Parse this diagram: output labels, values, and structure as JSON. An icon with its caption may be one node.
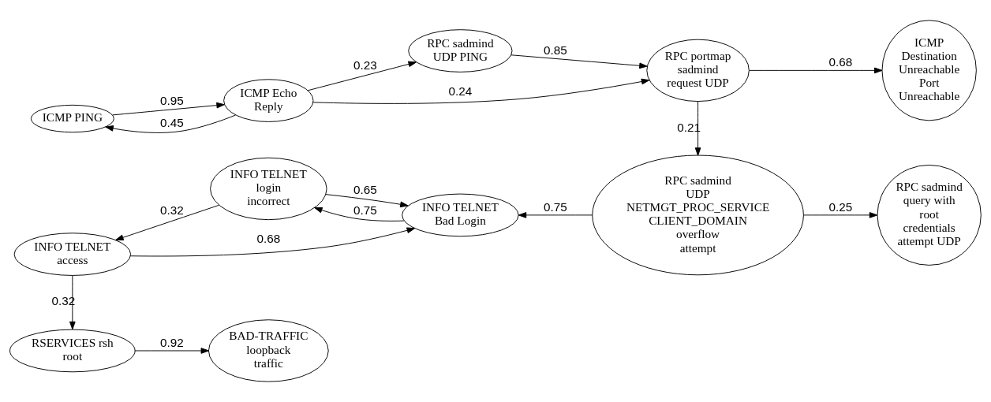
{
  "diagram": {
    "nodes": [
      {
        "text": [
          "ICMP PING"
        ]
      },
      {
        "text": [
          "ICMP Echo Reply"
        ]
      },
      {
        "text": [
          "RPC sadmind UDP PING"
        ]
      },
      {
        "text": [
          "RPC portmap sadmind request UDP"
        ]
      },
      {
        "text": [
          "ICMP Destination Unreachable Port Unreachable"
        ]
      },
      {
        "text": [
          "INFO TELNET access"
        ]
      },
      {
        "text": [
          "INFO TELNET login incorrect"
        ]
      },
      {
        "text": [
          "INFO TELNET Bad Login"
        ]
      },
      {
        "text": [
          "RPC sadmind UDP NETMGT_PROC_SERVICE CLIENT_DOMAIN overflow attempt"
        ]
      },
      {
        "text": [
          "RPC sadmind query with root credentials attempt UDP"
        ]
      },
      {
        "text": [
          "RSERVICES rsh root"
        ]
      },
      {
        "text": [
          "BAD-TRAFFIC loopback traffic"
        ]
      }
    ],
    "edges": [
      {
        "from": 0,
        "to": 1,
        "arrow": "to",
        "label": "0.95"
      },
      {
        "from": 1,
        "to": 0,
        "arrow": "to",
        "label": "0.45"
      },
      {
        "from": 1,
        "to": 2,
        "arrow": "to",
        "label": "0.23"
      },
      {
        "from": 1,
        "to": 3,
        "arrow": "to",
        "label": "0.24"
      },
      {
        "from": 2,
        "to": 3,
        "arrow": "to",
        "label": "0.85"
      },
      {
        "from": 3,
        "to": 4,
        "arrow": "to",
        "label": "0.68"
      },
      {
        "from": 3,
        "to": 8,
        "arrow": "to",
        "label": "0.21"
      },
      {
        "from": 8,
        "to": 7,
        "arrow": "to",
        "label": "0.75"
      },
      {
        "from": 8,
        "to": 9,
        "arrow": "to",
        "label": "0.25"
      },
      {
        "from": 7,
        "to": 6,
        "arrow": "to",
        "label": "0.75"
      },
      {
        "from": 6,
        "to": 7,
        "arrow": "to",
        "label": "0.65"
      },
      {
        "from": 6,
        "to": 5,
        "arrow": "to",
        "label": "0.32"
      },
      {
        "from": 5,
        "to": 7,
        "arrow": "to",
        "label": "0.68"
      },
      {
        "from": 5,
        "to": 10,
        "arrow": "to",
        "label": "0.32"
      },
      {
        "from": 10,
        "to": 11,
        "arrow": "to",
        "label": "0.92"
      }
    ]
  }
}
